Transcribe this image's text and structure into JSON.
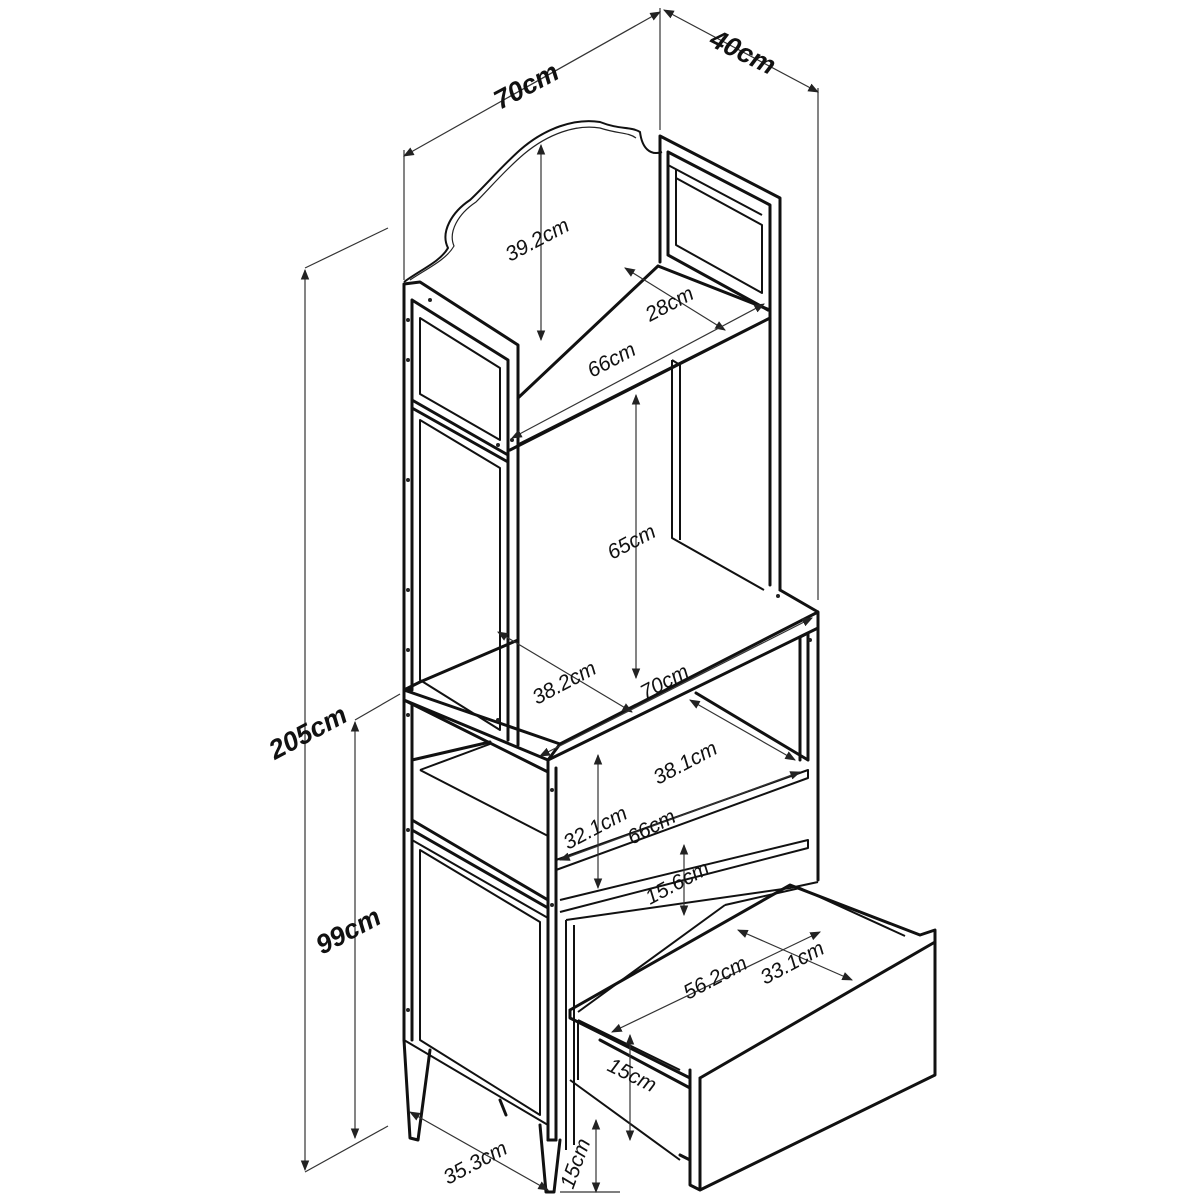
{
  "dimensions": {
    "overall_width": "70cm",
    "overall_depth": "40cm",
    "overall_height": "205cm",
    "lower_height": "99cm",
    "arch_height": "39.2cm",
    "top_shelf_depth": "28cm",
    "top_shelf_width": "66cm",
    "upper_opening_height": "65cm",
    "counter_depth": "38.2cm",
    "counter_width": "70cm",
    "middle_shelf_depth": "38.1cm",
    "middle_opening_height": "32.1cm",
    "middle_shelf_width": "66cm",
    "drawer_gap": "15.6cm",
    "drawer_inner_width": "56.2cm",
    "drawer_inner_depth": "33.1cm",
    "drawer_height": "15cm",
    "leg_height": "15cm",
    "base_depth": "35.3cm"
  }
}
